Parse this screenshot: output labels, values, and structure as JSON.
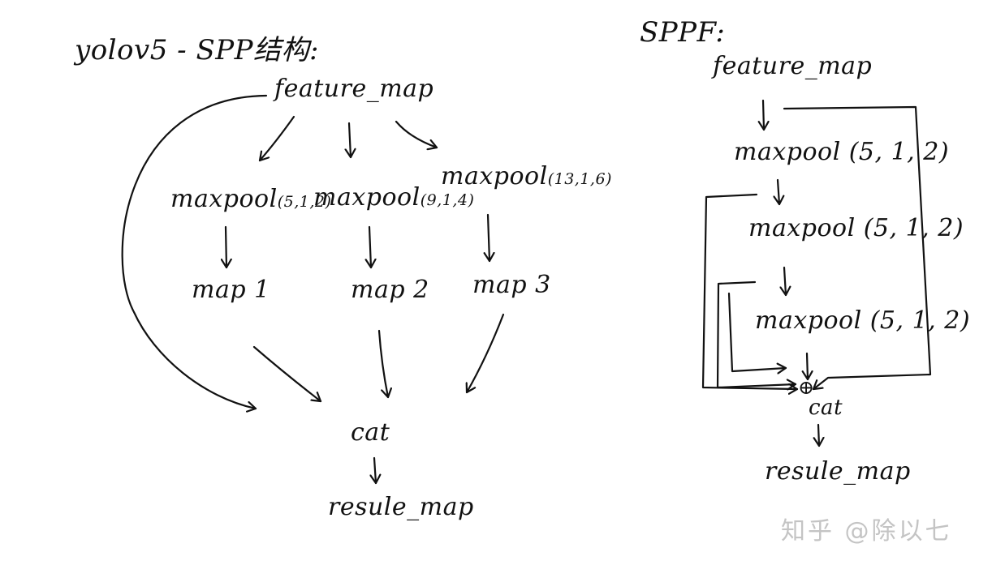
{
  "left": {
    "title": "yolov5 - SPP结构:",
    "input": "feature_map",
    "pools": [
      "maxpool",
      "maxpool",
      "maxpool"
    ],
    "pool_params": [
      "(5,1,2)",
      "(9,1,4)",
      "(13,1,6)"
    ],
    "maps": [
      "map 1",
      "map 2",
      "map 3"
    ],
    "cat": "cat",
    "output": "resule_map"
  },
  "right": {
    "title": "SPPF:",
    "input": "feature_map",
    "pools": [
      "maxpool (5, 1, 2)",
      "maxpool (5, 1, 2)",
      "maxpool (5, 1, 2)"
    ],
    "concat_symbol": "⊕",
    "cat": "cat",
    "output": "resule_map"
  },
  "watermark": "知乎 @除以七"
}
